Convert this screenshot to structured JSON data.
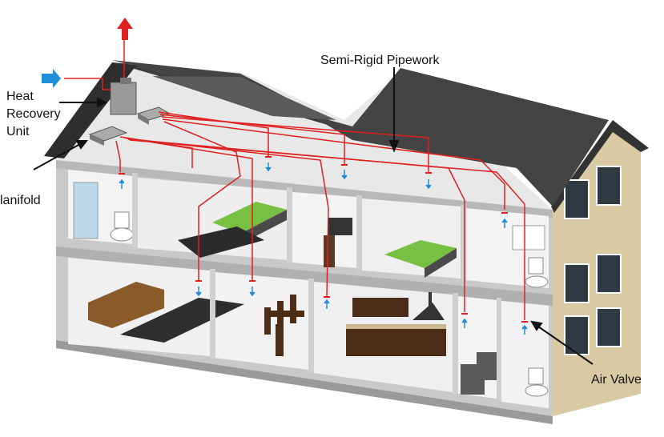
{
  "labels": {
    "heat_recovery_line1": "Heat",
    "heat_recovery_line2": "Recovery",
    "heat_recovery_line3": "Unit",
    "pipework": "Semi-Rigid Pipework",
    "manifold": "lanifold",
    "air_valve": "Air Valve"
  },
  "icons": {
    "exhaust_arrow": "arrow-up-icon",
    "intake_arrow": "arrow-right-icon"
  },
  "colors": {
    "duct": "#e02020",
    "extract_arrow": "#e02020",
    "supply_arrow": "#1e8fd8",
    "roof": "#4a4a4a",
    "wall": "#d8c9a3"
  }
}
